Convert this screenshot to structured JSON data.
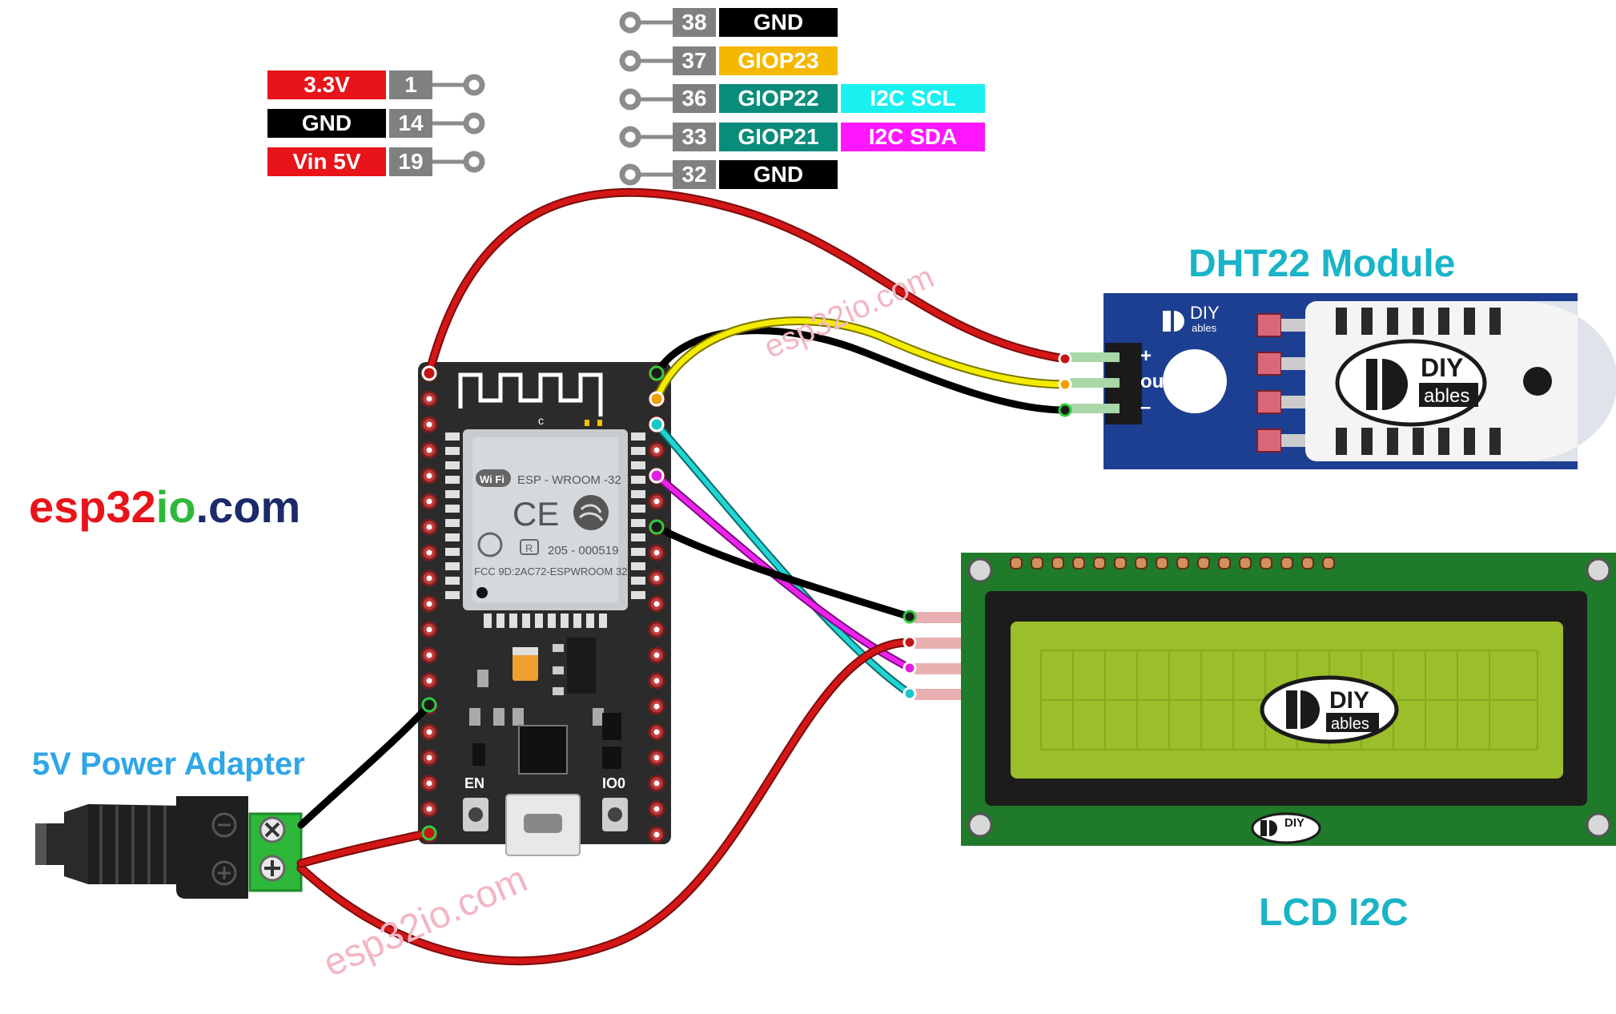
{
  "colors": {
    "red": "#e8141a",
    "black": "#000000",
    "gray": "#808080",
    "yellow": "#f5b800",
    "teal": "#0a8c7a",
    "cyan": "#19f0f0",
    "magenta": "#ff17ff",
    "wire_red": "#c41414",
    "wire_yellow": "#f0e600",
    "wire_cyan": "#20c8c8",
    "wire_magenta": "#e020e0",
    "board": "#2b2b2b",
    "title_cyan": "#19b4c8",
    "title_blue": "#2fa6e6"
  },
  "left_pins": [
    {
      "name": "3.3V",
      "num": "1",
      "color": "#e8141a"
    },
    {
      "name": "GND",
      "num": "14",
      "color": "#000000"
    },
    {
      "name": "Vin 5V",
      "num": "19",
      "color": "#e8141a"
    }
  ],
  "right_pins": [
    {
      "num": "38",
      "name": "GND",
      "color": "#000000",
      "func": "",
      "func_color": ""
    },
    {
      "num": "37",
      "name": "GIOP23",
      "color": "#f5b800",
      "func": "",
      "func_color": ""
    },
    {
      "num": "36",
      "name": "GIOP22",
      "color": "#0a8c7a",
      "func": "I2C SCL",
      "func_color": "#19f0f0"
    },
    {
      "num": "33",
      "name": "GIOP21",
      "color": "#0a8c7a",
      "func": "I2C SDA",
      "func_color": "#ff17ff"
    },
    {
      "num": "32",
      "name": "GND",
      "color": "#000000",
      "func": "",
      "func_color": ""
    }
  ],
  "brand": {
    "part1": "esp",
    "part2": "32",
    "part3": "io",
    "part4": ".com"
  },
  "watermark": "esp32io.com",
  "labels": {
    "dht": "DHT22 Module",
    "lcd": "LCD I2C",
    "power": "5V Power Adapter"
  },
  "module": {
    "logo_top": "DIY",
    "logo_bottom": "ables",
    "pin_plus": "+",
    "pin_out": "out",
    "pin_minus": "–"
  },
  "esp": {
    "wifi": "Wi Fi",
    "model": "ESP - WROOM -32",
    "ce": "CE",
    "r_code": "205 - 000519",
    "fcc": "FCC 9D:2AC72-ESPWROOM 32",
    "btn_en": "EN",
    "btn_io0": "IO0",
    "c_mark": "c"
  },
  "icons": [
    "wifi-icon",
    "ce-mark-icon",
    "wireless-icon",
    "antenna-icon",
    "diy-ables-logo-icon"
  ]
}
